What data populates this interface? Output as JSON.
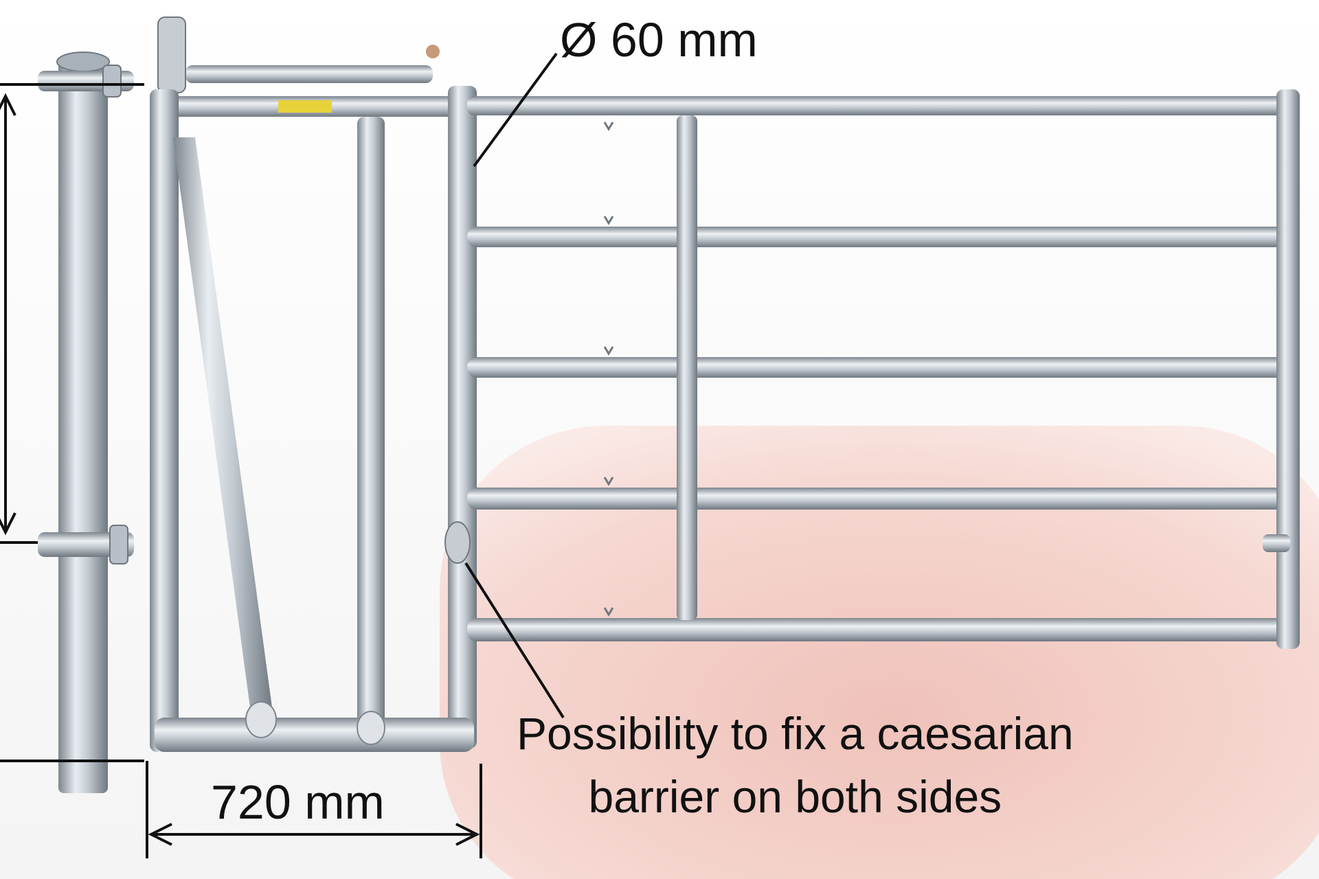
{
  "diagram": {
    "labels": {
      "diameter": "Ø 60 mm",
      "width": "720 mm",
      "note_line1": "Possibility to fix a caesarian",
      "note_line2": "barrier on both sides"
    },
    "colors": {
      "background": "#ffffff",
      "floor_tint": "#f3cfc8",
      "steel_light": "#e4e8ec",
      "steel_mid": "#b8bfc6",
      "steel_dark": "#7d858d",
      "dimension_line": "#111111",
      "warning_label": "#e8d23a"
    }
  }
}
